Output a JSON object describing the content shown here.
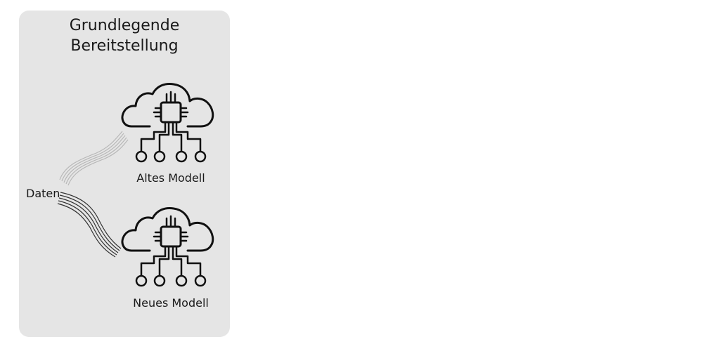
{
  "diagram": {
    "title_line1": "Grundlegende",
    "title_line2": "Bereitstellung",
    "data_label": "Daten",
    "old_model_label": "Altes Modell",
    "new_model_label": "Neues Modell",
    "colors": {
      "panel": "#e5e5e5",
      "ink": "#111111",
      "faded_stream": "#b8b8b8",
      "active_stream": "#333333"
    },
    "icons": {
      "old_model": "cloud-chip-network-icon",
      "new_model": "cloud-chip-network-icon"
    }
  }
}
